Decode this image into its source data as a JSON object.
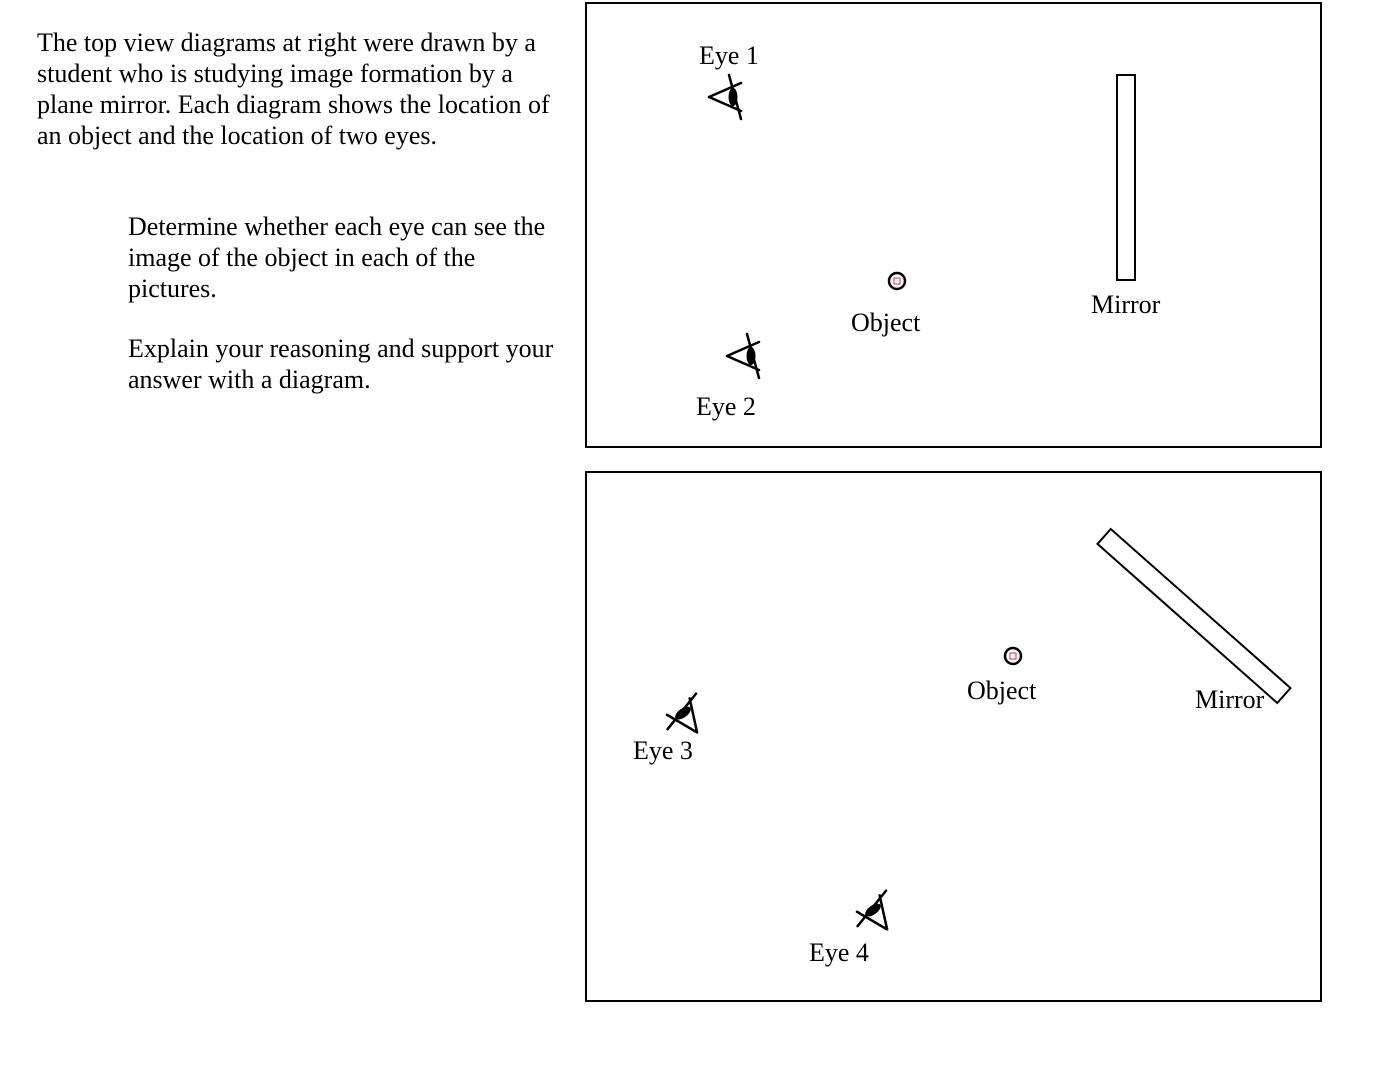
{
  "text": {
    "intro": "The top view diagrams at right were drawn by a student who is studying image formation by a plane mirror.  Each diagram shows the location of an object and the location of two eyes.",
    "determine": "Determine whether each eye can see the image of the object in each of the pictures.",
    "explain": "Explain your reasoning and support your answer with a diagram."
  },
  "diagram_top": {
    "eye1_label": "Eye 1",
    "eye2_label": "Eye 2",
    "object_label": "Object",
    "mirror_label": "Mirror"
  },
  "diagram_bottom": {
    "eye3_label": "Eye 3",
    "eye4_label": "Eye 4",
    "object_label": "Object",
    "mirror_label": "Mirror"
  },
  "colors": {
    "ink": "#000000",
    "object_marker": "#cc3333"
  },
  "icons": [
    "eye-icon",
    "object-icon",
    "mirror"
  ]
}
